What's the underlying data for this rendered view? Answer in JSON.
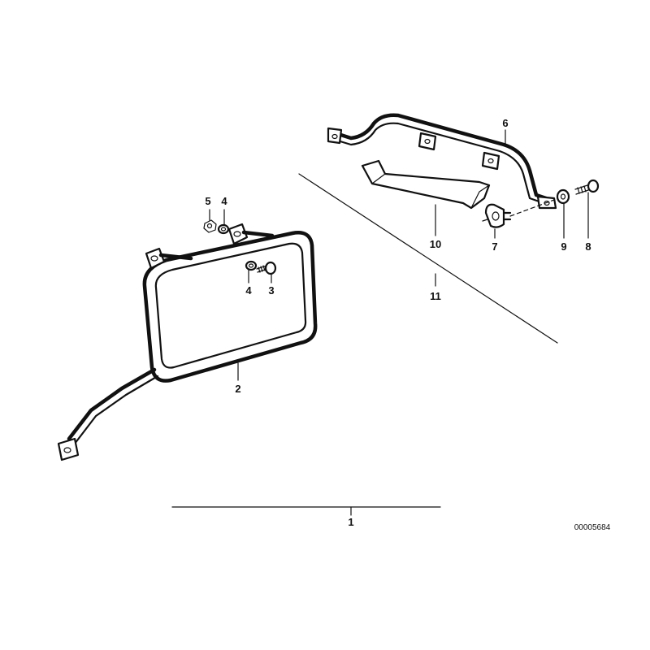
{
  "callouts": [
    {
      "id": "c1",
      "number": "1"
    },
    {
      "id": "c2",
      "number": "2"
    },
    {
      "id": "c3",
      "number": "3"
    },
    {
      "id": "c4a",
      "number": "4"
    },
    {
      "id": "c4b",
      "number": "4"
    },
    {
      "id": "c5",
      "number": "5"
    },
    {
      "id": "c6",
      "number": "6"
    },
    {
      "id": "c7",
      "number": "7"
    },
    {
      "id": "c8",
      "number": "8"
    },
    {
      "id": "c9",
      "number": "9"
    },
    {
      "id": "c10",
      "number": "10"
    },
    {
      "id": "c11",
      "number": "11"
    }
  ],
  "drawing_code": "00005684"
}
